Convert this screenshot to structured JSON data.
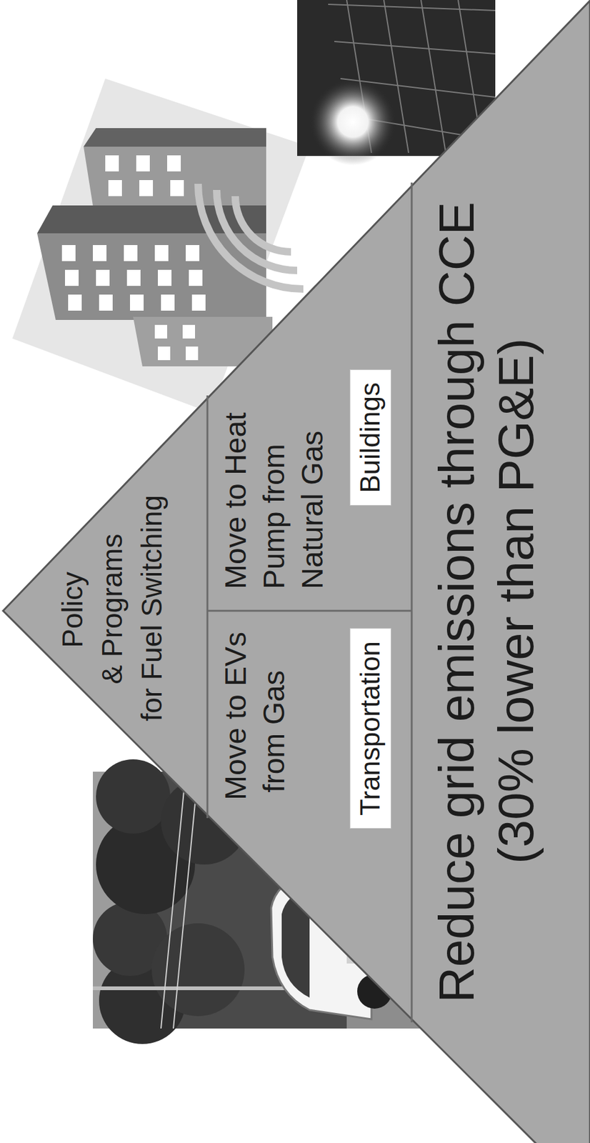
{
  "diagram": {
    "nodes": [
      {
        "text": [
          "Policy & Programs for Fuel Switching"
        ]
      },
      {
        "text": [
          "Move to EVs from Gas"
        ]
      },
      {
        "text": [
          "Transportation"
        ],
        "in": 1
      },
      {
        "text": [
          "Move to Heat Pump from Natural Gas"
        ]
      },
      {
        "text": [
          "Buildings"
        ],
        "in": 3
      },
      {
        "text": [
          "Reduce grid emissions through CCE (30% lower than PG&E)"
        ]
      }
    ]
  }
}
